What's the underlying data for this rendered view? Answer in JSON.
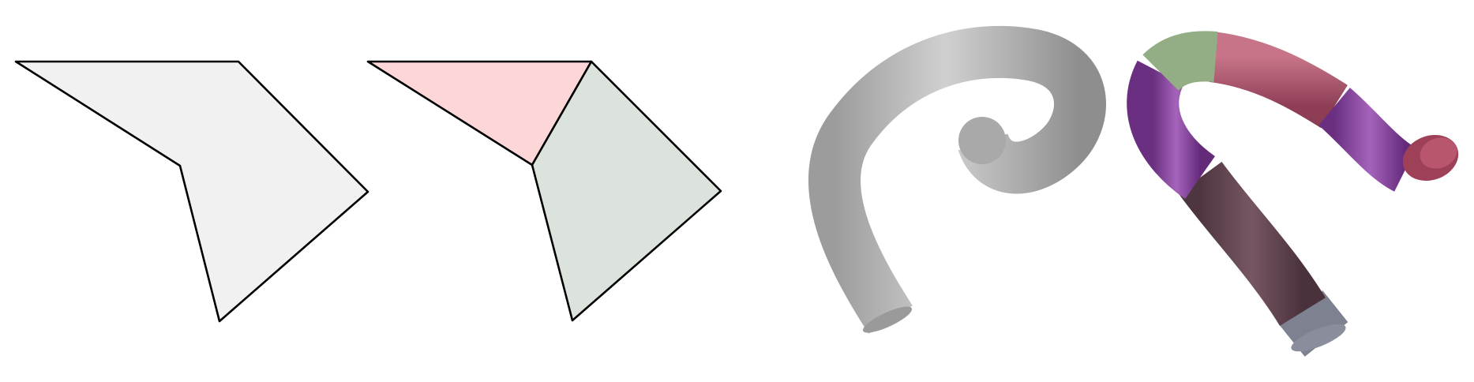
{
  "figure": {
    "panels": [
      {
        "id": "polygon-original",
        "kind": "polygon",
        "fill": "#f1f1f1",
        "stroke": "#000000"
      },
      {
        "id": "polygon-decomposed",
        "kind": "polygon-decomposition",
        "parts": [
          {
            "id": "part-triangle",
            "fill": "#fdd6d8"
          },
          {
            "id": "part-quad",
            "fill": "#dce3dc"
          }
        ],
        "stroke": "#000000"
      },
      {
        "id": "tube-original",
        "kind": "3d-tube",
        "color": "#b0b0b0"
      },
      {
        "id": "tube-decomposed",
        "kind": "3d-tube-decomposition",
        "segments": [
          {
            "id": "segment-end-cap-gray",
            "color": "#7d8190"
          },
          {
            "id": "segment-dark",
            "color": "#6a4c58"
          },
          {
            "id": "segment-purple-left",
            "color": "#8a4a9e"
          },
          {
            "id": "segment-green",
            "color": "#93ad84"
          },
          {
            "id": "segment-red-top",
            "color": "#b05a70"
          },
          {
            "id": "segment-purple-right",
            "color": "#6e3a86"
          },
          {
            "id": "segment-end-cap-red",
            "color": "#9e4058"
          }
        ]
      }
    ]
  }
}
